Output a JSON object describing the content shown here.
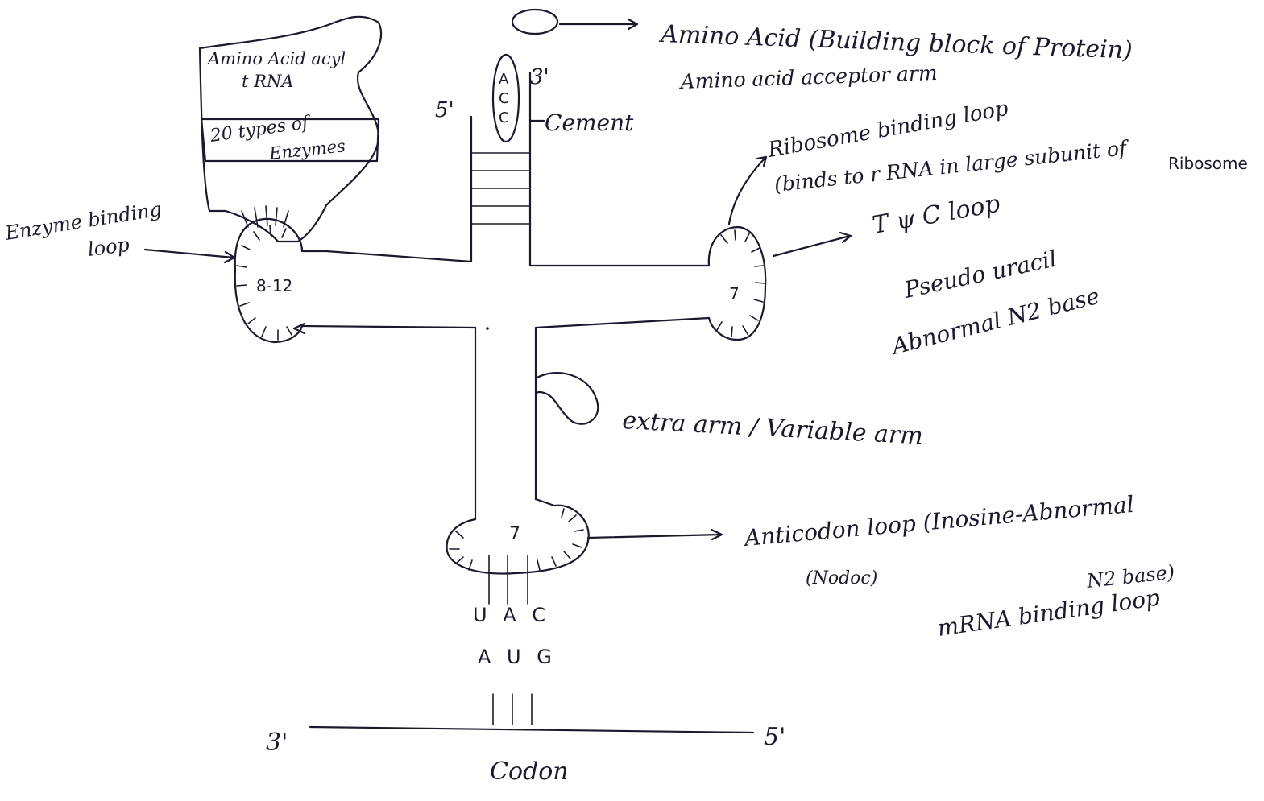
{
  "enzyme": {
    "line1": "Amino Acid acyl",
    "line2": "t RNA",
    "line3": "20 types of",
    "line4": "Enzymes"
  },
  "enzyme_binding": {
    "line1": "Enzyme binding",
    "line2": "loop",
    "count": "8-12"
  },
  "acceptor": {
    "end5": "5'",
    "end3": "3'",
    "cca": [
      "A",
      "C",
      "C"
    ],
    "cement": "Cement"
  },
  "amino_acid": {
    "title": "Amino Acid (Building block of Protein)",
    "acceptor_arm": "Amino acid acceptor arm"
  },
  "ribosome": {
    "line1": "Ribosome binding loop",
    "line2": "(binds to r RNA in large subunit of",
    "line3": "Ribosome"
  },
  "tpsic": {
    "title": "T ψ C loop",
    "line2": "Pseudo uracil",
    "line3": "Abnormal N2 base",
    "count": "7"
  },
  "extra_arm": "extra arm / Variable arm",
  "anticodon": {
    "line1": "Anticodon loop (Inosine-Abnormal",
    "nodoc": "(Nodoc)",
    "n2base": "N2 base)",
    "mrna": "mRNA binding loop",
    "count": "7",
    "bases": "U A C"
  },
  "mrna": {
    "bases": "A U G",
    "end3": "3'",
    "end5": "5'",
    "codon": "Codon"
  }
}
